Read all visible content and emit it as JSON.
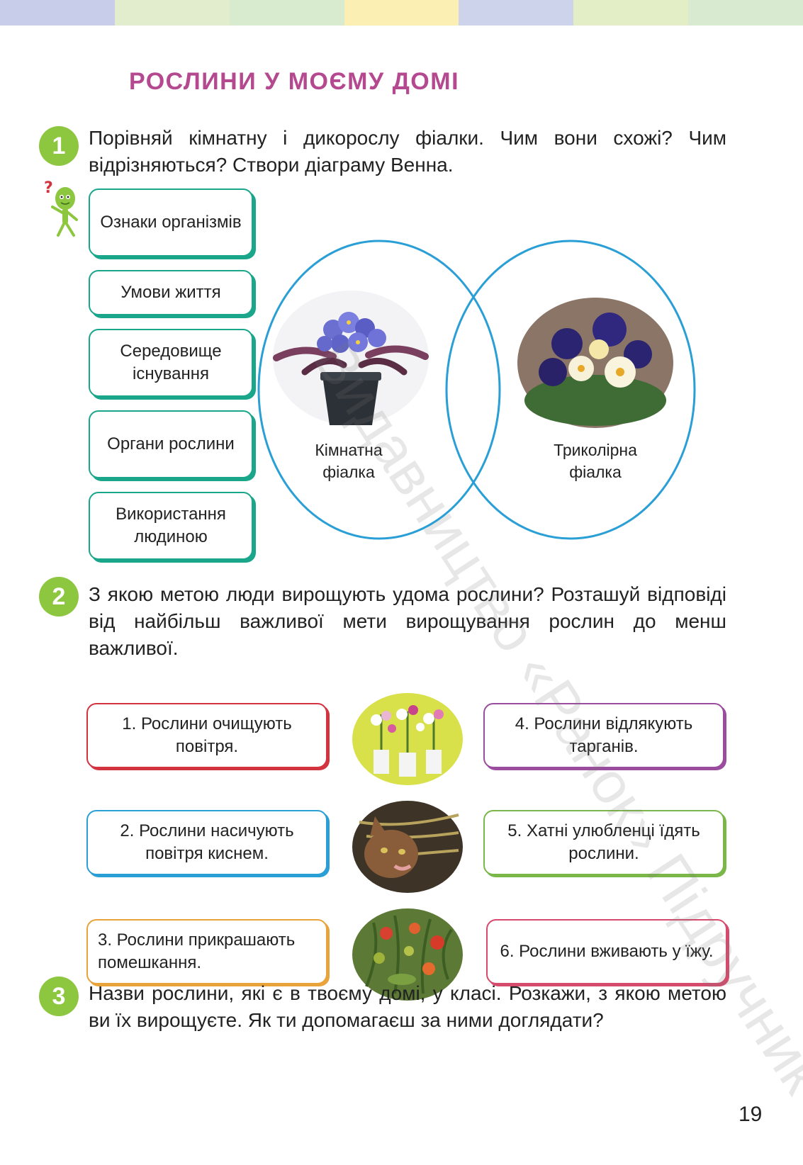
{
  "colors": {
    "title": "#b5498f",
    "number_badge": "#8dc63f",
    "label_border": "#1aa68b",
    "venn_stroke": "#2a9fd6",
    "topbar": [
      "#c8cde9",
      "#e1edcc",
      "#d9ebcf",
      "#fbefb3",
      "#cdd3ea",
      "#e3eec7",
      "#d8ead0"
    ]
  },
  "title": "РОСЛИНИ У МОЄМУ ДОМІ",
  "task1": {
    "number": "1",
    "text": "Порівняй кімнатну і дикорослу фіалки. Чим вони схожі? Чим відрізняються? Створи діаграму Венна.",
    "labels": [
      "Ознаки організмів",
      "Умови життя",
      "Середовище існування",
      "Органи рослини",
      "Використання людиною"
    ],
    "venn": {
      "left_label": "Кімнатна фіалка",
      "right_label": "Триколірна фіалка"
    }
  },
  "task2": {
    "number": "2",
    "text": "З якою метою люди вирощують удома рослини? Розташуй відповіді від найбільш важливої мети вирощування рослин до менш важливої.",
    "answers": [
      {
        "text": "1. Рослини очищують повітря.",
        "color": "#d3323f"
      },
      {
        "text": "2. Рослини насичують повітря киснем.",
        "color": "#2a9fd6"
      },
      {
        "text": "3. Рослини прикрашають помешкання.",
        "color": "#e8a33a"
      },
      {
        "text": "4. Рослини відлякують тарганів.",
        "color": "#9a4d9e"
      },
      {
        "text": "5. Хатні улюбленці їдять рослини.",
        "color": "#7ab648"
      },
      {
        "text": "6. Рослини вживають у їжу.",
        "color": "#d64a6c"
      }
    ]
  },
  "task3": {
    "number": "3",
    "text": "Назви рослини, які є в твоєму домі, у класі. Розкажи, з якою метою ви їх вирощуєте. Як ти допомагаєш за ними доглядати?"
  },
  "page_number": "19",
  "watermark": "Видавництво «Ранок» Підручник"
}
